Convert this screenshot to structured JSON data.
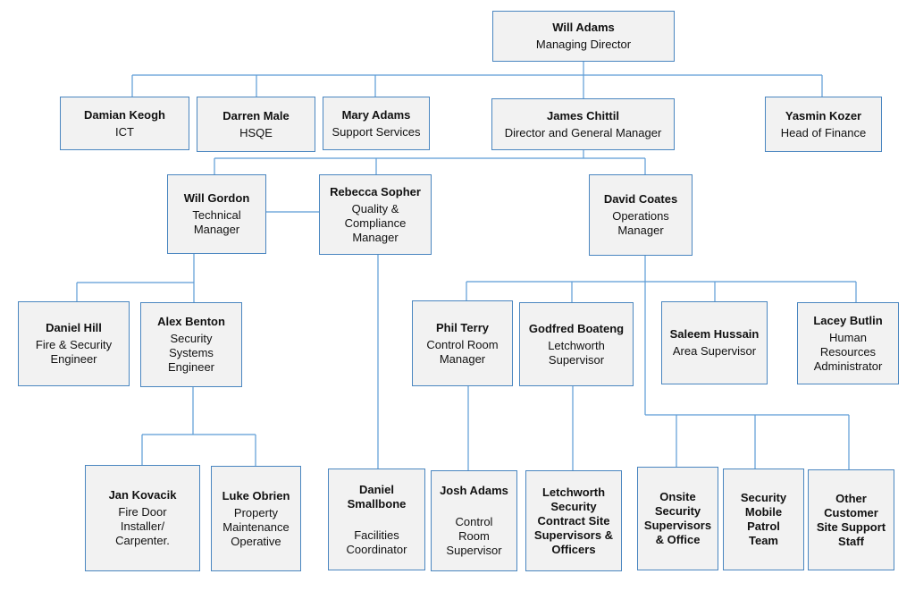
{
  "nodes": {
    "will_adams": {
      "name": "Will Adams",
      "role": "Managing Director"
    },
    "damian_keogh": {
      "name": "Damian Keogh",
      "role": "ICT"
    },
    "darren_male": {
      "name": "Darren Male",
      "role": "HSQE"
    },
    "mary_adams": {
      "name": "Mary Adams",
      "role": "Support Services"
    },
    "james_chittil": {
      "name": "James Chittil",
      "role": "Director and General Manager"
    },
    "yasmin_kozer": {
      "name": "Yasmin Kozer",
      "role": "Head of Finance"
    },
    "will_gordon": {
      "name": "Will Gordon",
      "role": "Technical\nManager"
    },
    "rebecca_sopher": {
      "name": "Rebecca Sopher",
      "role": "Quality &\nCompliance\nManager"
    },
    "david_coates": {
      "name": "David Coates",
      "role": "Operations\nManager"
    },
    "daniel_hill": {
      "name": "Daniel Hill",
      "role": "Fire & Security\nEngineer"
    },
    "alex_benton": {
      "name": "Alex Benton",
      "role": "Security\nSystems\nEngineer"
    },
    "phil_terry": {
      "name": "Phil Terry",
      "role": "Control Room\nManager"
    },
    "godfred_boateng": {
      "name": "Godfred Boateng",
      "role": "Letchworth\nSupervisor"
    },
    "saleem_hussain": {
      "name": "Saleem Hussain",
      "role": "Area Supervisor"
    },
    "lacey_butlin": {
      "name": "Lacey Butlin",
      "role": "Human\nResources\nAdministrator"
    },
    "jan_kovacik": {
      "name": "Jan Kovacik",
      "role": "Fire Door\nInstaller/\nCarpenter."
    },
    "luke_obrien": {
      "name": "Luke Obrien",
      "role": "Property\nMaintenance\nOperative"
    },
    "daniel_smallbone": {
      "name": "Daniel\nSmallbone",
      "role": "\nFacilities\nCoordinator"
    },
    "josh_adams": {
      "name": "Josh Adams",
      "role": "\nControl\nRoom\nSupervisor"
    },
    "letchworth_security": {
      "name": "Letchworth\nSecurity\nContract Site\nSupervisors &\nOfficers",
      "role": ""
    },
    "onsite_security": {
      "name": "Onsite\nSecurity\nSupervisors\n& Office",
      "role": ""
    },
    "security_mobile": {
      "name": "Security\nMobile\nPatrol\nTeam",
      "role": ""
    },
    "other_customer": {
      "name": "Other\nCustomer\nSite Support\nStaff",
      "role": ""
    }
  }
}
